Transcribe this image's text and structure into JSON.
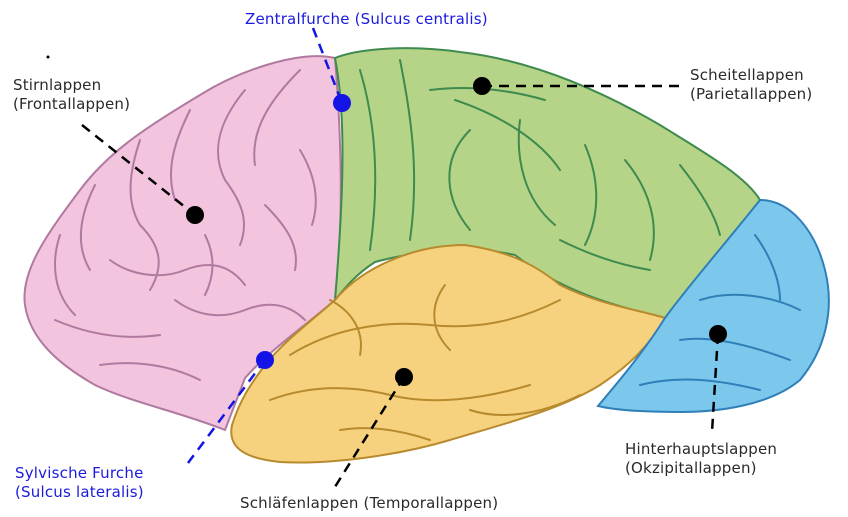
{
  "diagram": {
    "labels": {
      "frontal": {
        "line1": "Stirnlappen",
        "line2": "(Frontallappen)"
      },
      "central": {
        "line1": "Zentralfurche (Sulcus centralis)"
      },
      "parietal": {
        "line1": "Scheitellappen",
        "line2": "(Parietallappen)"
      },
      "sylvian": {
        "line1": "Sylvische Furche",
        "line2": "(Sulcus lateralis)"
      },
      "temporal": {
        "line1": "Schläfenlappen (Temporallappen)"
      },
      "occipital": {
        "line1": "Hinterhauptslappen",
        "line2": "(Okzipitallappen)"
      }
    },
    "colors": {
      "frontal_fill": "#f2c4dd",
      "frontal_stroke": "#b07aa0",
      "parietal_fill": "#b5d487",
      "parietal_stroke": "#3f8a4e",
      "temporal_fill": "#f7d27e",
      "temporal_stroke": "#b88a2e",
      "occipital_fill": "#7cc7ec",
      "occipital_stroke": "#2f7fb8",
      "marker_dark": "#000000",
      "marker_blue": "#1414e6",
      "label_dark": "#2a2a2a",
      "label_blue": "#1a1adf"
    }
  }
}
